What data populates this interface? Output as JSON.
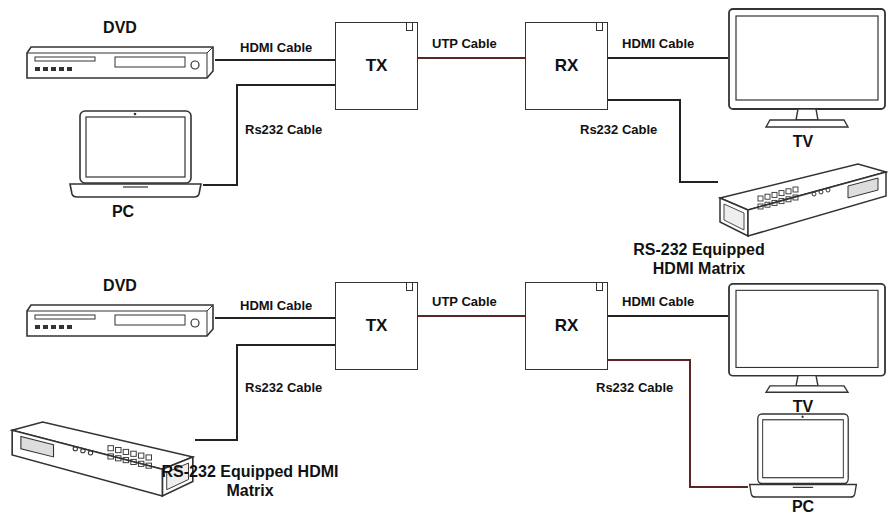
{
  "diagram": {
    "nodes": [
      {
        "text": [
          "DVD"
        ]
      },
      {
        "text": [
          "PC"
        ]
      },
      {
        "text": [
          "TX"
        ]
      },
      {
        "text": [
          "RX"
        ]
      },
      {
        "text": [
          "TV"
        ]
      },
      {
        "text": [
          "RS-232 Equipped HDMI Matrix"
        ]
      },
      {
        "text": [
          "DVD"
        ]
      },
      {
        "text": [
          "RS-232 Equipped HDMI Matrix"
        ]
      },
      {
        "text": [
          "TX"
        ]
      },
      {
        "text": [
          "RX"
        ]
      },
      {
        "text": [
          "TV"
        ]
      },
      {
        "text": [
          "PC"
        ]
      }
    ],
    "edges": [
      {
        "from": 0,
        "to": 2,
        "arrow": "none",
        "label": "HDMI Cable"
      },
      {
        "from": 1,
        "to": 2,
        "arrow": "none",
        "label": "Rs232 Cable"
      },
      {
        "from": 2,
        "to": 3,
        "arrow": "none",
        "label": "UTP Cable"
      },
      {
        "from": 3,
        "to": 4,
        "arrow": "none",
        "label": "HDMI Cable"
      },
      {
        "from": 3,
        "to": 5,
        "arrow": "none",
        "label": "Rs232 Cable"
      },
      {
        "from": 6,
        "to": 8,
        "arrow": "none",
        "label": "HDMI Cable"
      },
      {
        "from": 7,
        "to": 8,
        "arrow": "none",
        "label": "Rs232 Cable"
      },
      {
        "from": 8,
        "to": 9,
        "arrow": "none",
        "label": "UTP Cable"
      },
      {
        "from": 9,
        "to": 10,
        "arrow": "none",
        "label": "HDMI Cable"
      },
      {
        "from": 9,
        "to": 11,
        "arrow": "none",
        "label": "Rs232 Cable"
      }
    ]
  }
}
